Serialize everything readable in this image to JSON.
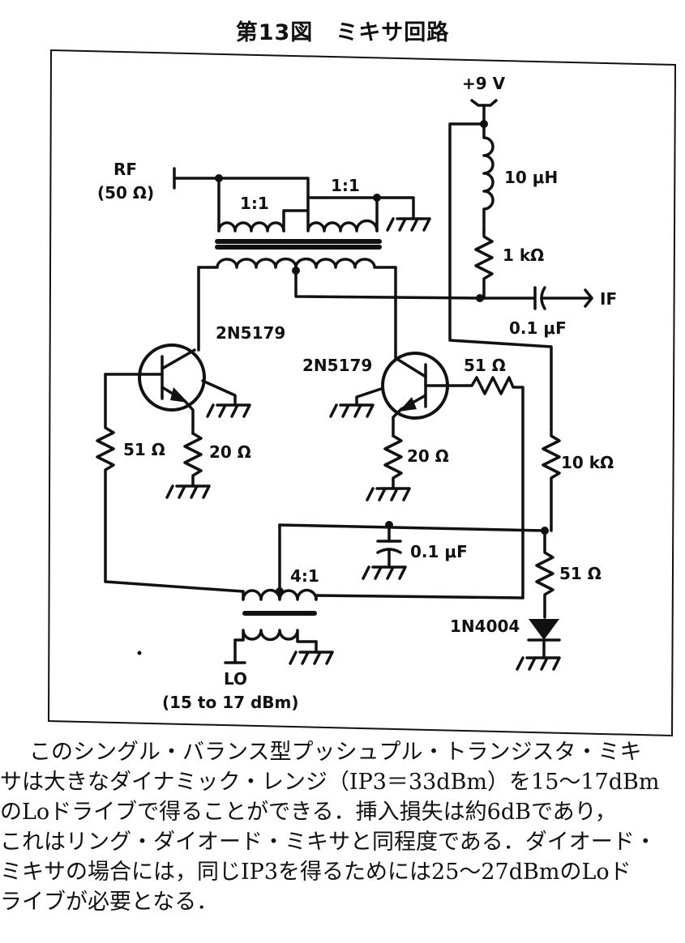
{
  "title": "第13図　ミキサ回路",
  "labels": {
    "rf": "RF",
    "rf_imp": "(50 Ω)",
    "t1_ratio_a": "1:1",
    "t1_ratio_b": "1:1",
    "vcc": "+9 V",
    "l1": "10 μH",
    "r_1k": "1 kΩ",
    "if": "IF",
    "c_if": "0.1 μF",
    "q1": "2N5179",
    "q2": "2N5179",
    "r_51_right": "51 Ω",
    "r_51_left": "51 Ω",
    "r_20_left": "20 Ω",
    "r_20_right": "20 Ω",
    "r_10k": "10 kΩ",
    "c_bias": "0.1 μF",
    "r_51_bias": "51 Ω",
    "t2_ratio": "4:1",
    "diode": "1N4004",
    "lo": "LO",
    "lo_level": "(15 to 17 dBm)"
  },
  "caption": [
    "このシングル・バランス型プッシュプル・トランジスタ・ミキ",
    "サは大きなダイナミック・レンジ（IP3＝33dBm）を15〜17dBm",
    "のLoドライブで得ることができる．挿入損失は約6dBであり，",
    "これはリング・ダイオード・ミキサと同程度である．ダイオード・",
    "ミキサの場合には，同じIP3を得るためには25〜27dBmのLoド",
    "ライブが必要となる．"
  ]
}
